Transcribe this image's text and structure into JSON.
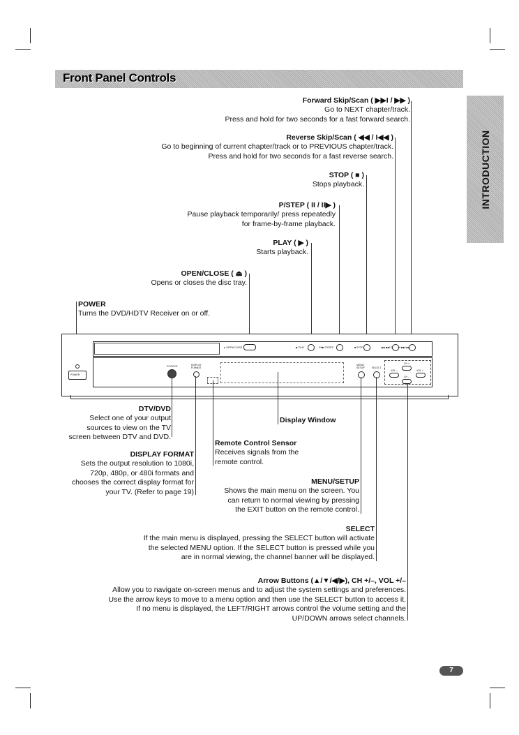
{
  "header": {
    "title": "Front Panel Controls"
  },
  "side_tab": {
    "label": "INTRODUCTION"
  },
  "callouts": {
    "forward_skip": {
      "heading": "Forward Skip/Scan ( ▶▶I / ▶▶ )",
      "lines": [
        "Go to NEXT chapter/track.",
        "Press and hold for two seconds for a fast forward search."
      ]
    },
    "reverse_skip": {
      "heading": "Reverse Skip/Scan ( ◀◀ / I◀◀ )",
      "lines": [
        "Go to beginning of current chapter/track or to PREVIOUS chapter/track.",
        "Press and hold for two seconds for a fast reverse search."
      ]
    },
    "stop": {
      "heading": "STOP ( ■ )",
      "lines": [
        "Stops playback."
      ]
    },
    "pstep": {
      "heading": "P/STEP ( II / II▶ )",
      "lines": [
        "Pause playback temporarily/ press repeatedly",
        "for frame-by-frame playback."
      ]
    },
    "play": {
      "heading": "PLAY ( ▶ )",
      "lines": [
        "Starts playback."
      ]
    },
    "open_close": {
      "heading": "OPEN/CLOSE ( ⏏ )",
      "lines": [
        "Opens or closes the disc tray."
      ]
    },
    "power": {
      "heading": "POWER",
      "lines": [
        "Turns the DVD/HDTV Receiver on or off."
      ]
    },
    "dtv_dvd": {
      "heading": "DTV/DVD",
      "lines": [
        "Select one of your output",
        "sources to view on the TV",
        "screen between DTV and DVD."
      ]
    },
    "display_window": {
      "heading": "Display Window"
    },
    "remote_sensor": {
      "heading": "Remote Control Sensor",
      "lines": [
        "Receives signals from the",
        "remote control."
      ]
    },
    "display_format": {
      "heading": "DISPLAY FORMAT",
      "lines": [
        "Sets the output resolution to 1080i,",
        "720p, 480p, or 480i formats and",
        "chooses the correct display format for",
        "your TV. (Refer to page 19)"
      ]
    },
    "menu_setup": {
      "heading": "MENU/SETUP",
      "lines": [
        "Shows the main menu on the screen. You",
        "can return to normal viewing by pressing",
        "the EXIT button on the remote control."
      ]
    },
    "select": {
      "heading": "SELECT",
      "lines": [
        "If the main menu is displayed, pressing the SELECT button will activate",
        "the selected MENU option. If the SELECT button is pressed while you",
        "are in normal viewing, the channel banner will be displayed."
      ]
    },
    "arrows": {
      "heading": "Arrow Buttons (▲/▼/◀/▶), CH +/–, VOL +/–",
      "lines": [
        "Allow you to navigate on-screen menus and to adjust the system settings and preferences.",
        "Use the arrow keys to move to a menu option and then use the SELECT button to access it.",
        "If no menu is displayed, the LEFT/RIGHT arrows control the volume setting and the",
        "UP/DOWN arrows select channels."
      ]
    }
  },
  "device_labels": {
    "power": "POWER",
    "open_close": "▲ OPEN/CLOSE",
    "play": "▶ PLAY",
    "pstep": "II/II▶ P/STEP",
    "stop": "■ STOP",
    "search": "◀◀ ◀◀I SEARCH ▶▶I ▶▶",
    "dtv_dvd": "DTV/DVD",
    "display_format": "DISPLAY FORMAT",
    "menu_setup": "MENU/ SETUP",
    "select": "SELECT",
    "vol_minus": "VOL –",
    "vol_plus": "VOL +",
    "ch_plus": "CH +",
    "ch_minus": "CH –"
  },
  "page_number": "7"
}
